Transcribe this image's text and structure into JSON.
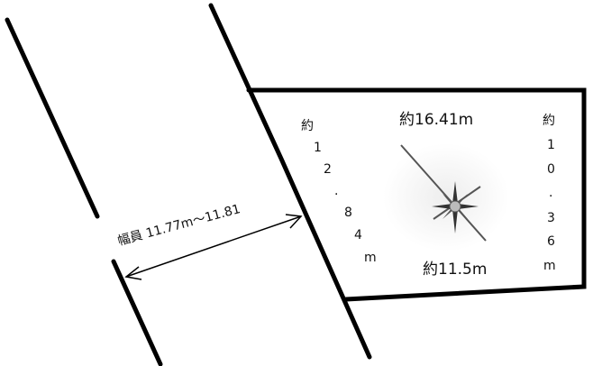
{
  "labels": {
    "top_edge": "約16.41m",
    "bottom_edge": "約11.5m",
    "left_edge": "約12.84m",
    "right_edge": "約10.36m",
    "road_width": "幅員 11.77m～11.81"
  },
  "icons": {
    "compass": "compass-rose-icon",
    "width_arrow": "double-headed-arrow-icon"
  },
  "colors": {
    "line": "#000000",
    "text": "#111111",
    "compass": "#666666"
  }
}
